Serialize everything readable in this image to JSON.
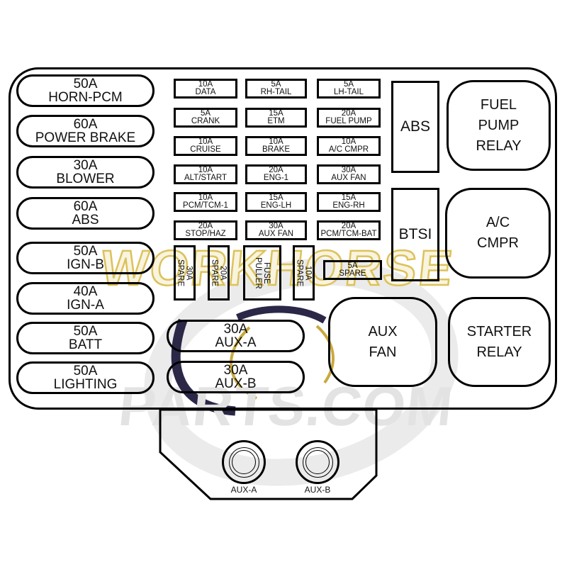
{
  "left_fuses": [
    {
      "amp": "50A",
      "label": "HORN-PCM"
    },
    {
      "amp": "60A",
      "label": "POWER BRAKE"
    },
    {
      "amp": "30A",
      "label": "BLOWER"
    },
    {
      "amp": "60A",
      "label": "ABS"
    },
    {
      "amp": "50A",
      "label": "IGN-B"
    },
    {
      "amp": "40A",
      "label": "IGN-A"
    },
    {
      "amp": "50A",
      "label": "BATT"
    },
    {
      "amp": "50A",
      "label": "LIGHTING"
    }
  ],
  "grid_fuses": [
    {
      "amp": "10A",
      "label": "DATA"
    },
    {
      "amp": "5A",
      "label": "RH-TAIL"
    },
    {
      "amp": "5A",
      "label": "LH-TAIL"
    },
    {
      "amp": "5A",
      "label": "CRANK"
    },
    {
      "amp": "15A",
      "label": "ETM"
    },
    {
      "amp": "20A",
      "label": "FUEL PUMP"
    },
    {
      "amp": "10A",
      "label": "CRUISE"
    },
    {
      "amp": "10A",
      "label": "BRAKE"
    },
    {
      "amp": "10A",
      "label": "A/C CMPR"
    },
    {
      "amp": "10A",
      "label": "ALT/START"
    },
    {
      "amp": "20A",
      "label": "ENG-1"
    },
    {
      "amp": "30A",
      "label": "AUX FAN"
    },
    {
      "amp": "10A",
      "label": "PCM/TCM-1"
    },
    {
      "amp": "15A",
      "label": "ENG-LH"
    },
    {
      "amp": "15A",
      "label": "ENG-RH"
    },
    {
      "amp": "20A",
      "label": "STOP/HAZ"
    },
    {
      "amp": "30A",
      "label": "AUX FAN"
    },
    {
      "amp": "20A",
      "label": "PCM/TCM-BAT"
    }
  ],
  "vertical_fuses": [
    {
      "text": "30A\nSPARE"
    },
    {
      "text": "20A\nSPARE"
    },
    {
      "text": "FUSE\nPULLER"
    },
    {
      "text": "10A\nSPARE"
    }
  ],
  "spare_fuse": {
    "amp": "5A",
    "label": "SPARE"
  },
  "relays": {
    "abs": "ABS",
    "fuel_pump_relay": "FUEL\nPUMP\nRELAY",
    "btsi": "BTSI",
    "ac_cmpr": "A/C\nCMPR",
    "aux_fan": "AUX\nFAN",
    "starter_relay": "STARTER\nRELAY"
  },
  "aux_fuses": [
    {
      "amp": "30A",
      "label": "AUX-A"
    },
    {
      "amp": "30A",
      "label": "AUX-B"
    }
  ],
  "connectors": [
    {
      "label": "AUX-A"
    },
    {
      "label": "AUX-B"
    }
  ],
  "watermark": {
    "line1": "WORKHORSE",
    "line2": "PARTS.COM",
    "gold": "#dcc25c",
    "cream": "#f8f4df",
    "gray": "#e3e3e3",
    "navy": "#2a2747"
  }
}
